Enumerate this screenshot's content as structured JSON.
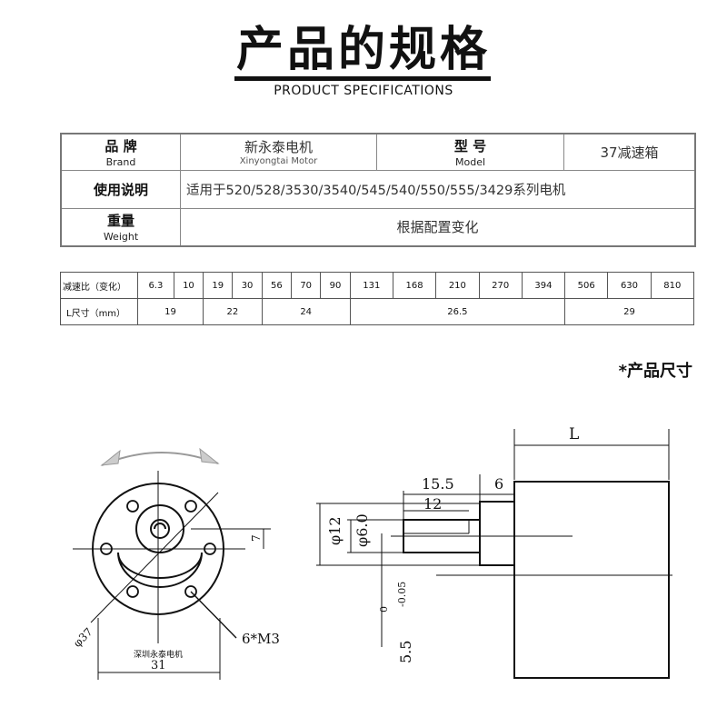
{
  "header": {
    "title_cn": "产品的规格",
    "title_en": "PRODUCT SPECIFICATIONS"
  },
  "spec_table": {
    "brand_cn": "品 牌",
    "brand_en": "Brand",
    "brand_value_cn": "新永泰电机",
    "brand_value_en": "Xinyongtai Motor",
    "model_cn": "型 号",
    "model_en": "Model",
    "model_value": "37减速箱",
    "usage_cn": "使用说明",
    "usage_value": "适用于520/528/3530/3540/545/540/550/555/3429系列电机",
    "weight_cn": "重量",
    "weight_en": "Weight",
    "weight_value": "根据配置变化"
  },
  "ratio_table": {
    "ratio_label": "减速比（变化）",
    "ratios": [
      "6.3",
      "10",
      "19",
      "30",
      "56",
      "70",
      "90",
      "131",
      "168",
      "210",
      "270",
      "394",
      "506",
      "630",
      "810"
    ],
    "length_label": "L尺寸（mm）",
    "lengths": [
      {
        "value": "19",
        "span": 2
      },
      {
        "value": "22",
        "span": 2
      },
      {
        "value": "24",
        "span": 3
      },
      {
        "value": "26.5",
        "span": 5
      },
      {
        "value": "29",
        "span": 3
      }
    ]
  },
  "dimensions": {
    "section_title": "*产品尺寸",
    "front_view": {
      "dia_label": "φ37",
      "width_label": "31",
      "offset_label": "7",
      "holes_label": "6*M3",
      "engraving": "深圳永泰电机"
    },
    "side_view": {
      "L_label": "L",
      "shaft_total": "15.5",
      "shaft_flat": "12",
      "boss_len": "6",
      "boss_dia": "φ12",
      "shaft_dia": "φ6.0",
      "flat_label": "5.5",
      "flat_tol_upper": "0",
      "flat_tol_lower": "-0.05"
    }
  }
}
